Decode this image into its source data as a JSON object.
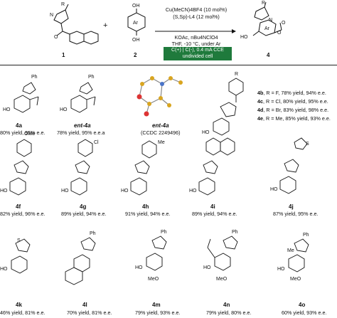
{
  "scheme": {
    "reagent_1_label": "1",
    "reagent_2_label": "2",
    "product_label": "4",
    "plus_sign": "+",
    "conditions": [
      "Cu(MeCN)4BF4 (10 mol%)",
      "(S,Sp)-L4 (12 mol%)",
      "KOAc, nBu4NClO4",
      "THF, -10 °C, under Ar"
    ],
    "electro_box": [
      "C(+) | C(-), 0.4 mA CCE",
      "undivided cell"
    ],
    "atom_labels": {
      "R": "R",
      "N": "N",
      "O": "O",
      "Ar": "Ar",
      "OH": "OH",
      "HO": "HO"
    }
  },
  "products": [
    {
      "id": "4a",
      "yield": "80% yield, 95% e.e."
    },
    {
      "id": "ent-4a",
      "yield": "78% yield, 95% e.e.a"
    },
    {
      "id": "ent-4a",
      "yield": "(CCDC 2249496)"
    },
    {
      "id": "4b",
      "yield": "R = F, 78% yield, 94% e.e."
    },
    {
      "id": "4c",
      "yield": "R = Cl, 80% yield, 95% e.e."
    },
    {
      "id": "4d",
      "yield": "R = Br, 83% yield, 98% e.e."
    },
    {
      "id": "4e",
      "yield": "R = Me, 85% yield, 93% e.e."
    },
    {
      "id": "4f",
      "yield": "82% yield, 96% e.e."
    },
    {
      "id": "4g",
      "yield": "89% yield, 94% e.e."
    },
    {
      "id": "4h",
      "yield": "91% yield, 94% e.e."
    },
    {
      "id": "4i",
      "yield": "89% yield, 94% e.e."
    },
    {
      "id": "4j",
      "yield": "87% yield, 95% e.e."
    },
    {
      "id": "4k",
      "yield": "46% yield, 81% e.e."
    },
    {
      "id": "4l",
      "yield": "70% yield, 81% e.e."
    },
    {
      "id": "4m",
      "yield": "79% yield, 93% e.e."
    },
    {
      "id": "4n",
      "yield": "79% yield, 80% e.e."
    },
    {
      "id": "4o",
      "yield": "60% yield, 93% e.e."
    }
  ],
  "substituents": {
    "ph": "Ph",
    "ome": "OMe",
    "cl": "Cl",
    "me": "Me",
    "s": "S",
    "r": "R",
    "ho": "HO",
    "meo": "MeO",
    "n": "N",
    "o": "O"
  }
}
